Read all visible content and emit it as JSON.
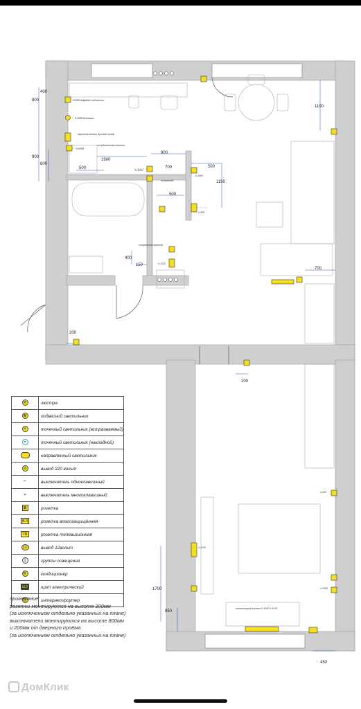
{
  "dimensions": {
    "d400a": "400",
    "d800": "800",
    "d900": "900",
    "d600": "600",
    "d500a": "500",
    "d1600": "1600",
    "d900b": "900",
    "d700": "700",
    "d500b": "500",
    "d500c": "500",
    "d1150": "1150",
    "d1100": "1100",
    "d400b": "400",
    "d150": "150",
    "d700b": "700",
    "d200a": "200",
    "d200b": "200",
    "d1700": "1700",
    "d850": "850",
    "d450": "450"
  },
  "plan_labels": {
    "h800": "h-800 зеркало/ подсветка",
    "h2300": "h-2300  вытяжка",
    "panel": "варочная панель духовой шкаф",
    "h1100a": "h-1100",
    "washer": "посудомоечная машина",
    "h1100b": "h-1100",
    "h1550": "h-1550",
    "boiler": "котельная",
    "h900": "h-900",
    "washing": "стиральная машина",
    "h1100c": "h-1100",
    "h1100d": "h-1100",
    "bedR1": "h-900",
    "bedR2": "h-2300",
    "heater": "полотенцесушитель h-1800 h-1100"
  },
  "legend": [
    {
      "symbol": "chandelier-icon",
      "label": "люстра"
    },
    {
      "symbol": "pendant-light-icon",
      "label": "подвесной светильник"
    },
    {
      "symbol": "recessed-spot-icon",
      "label": "точечный светильник (встраиваемый)"
    },
    {
      "symbol": "surface-spot-icon",
      "label": "точечный светильник (накладной)"
    },
    {
      "symbol": "directional-light-icon",
      "label": "направленный светильник"
    },
    {
      "symbol": "outlet-220-icon",
      "label": "вывод 220 вольт"
    },
    {
      "symbol": "single-switch-icon",
      "label": "выключатель одноклавишный"
    },
    {
      "symbol": "multi-switch-icon",
      "label": "выключатель многоклавишный"
    },
    {
      "symbol": "socket-icon",
      "label": "розетка"
    },
    {
      "symbol": "waterproof-socket-icon",
      "label": "розетка влагозащищённая"
    },
    {
      "symbol": "tv-socket-icon",
      "label": "розетка телевизионная"
    },
    {
      "symbol": "output-12v-icon",
      "label": "вывод 12вольт"
    },
    {
      "symbol": "lighting-group-icon",
      "label": "группы освещения"
    },
    {
      "symbol": "air-conditioner-icon",
      "label": "кондиционер"
    },
    {
      "symbol": "electrical-panel-icon",
      "label": "щит электрический"
    },
    {
      "symbol": "internet-router-icon",
      "label": "интернет/роутер"
    }
  ],
  "legend_codes": {
    "waterproof": "В-З",
    "tv": "ТВ",
    "v12": "12",
    "group": "1",
    "ac": "К",
    "panel": "ЩЭ"
  },
  "notes": [
    "примечание:",
    " розетки монтируются на высоте 300мм",
    "(за исключением отдельно указанных на плане)",
    "выключатели монтируются на высоте 800мм",
    "и 200мм от дверного проёма",
    "(за исключением отдельно указанных на плане)"
  ],
  "watermark": "ДомКлик",
  "colors": {
    "accent": "#f5df1f",
    "wall": "#cfcfcf",
    "dim": "#1a57c9",
    "teal": "#2aa9a0"
  }
}
